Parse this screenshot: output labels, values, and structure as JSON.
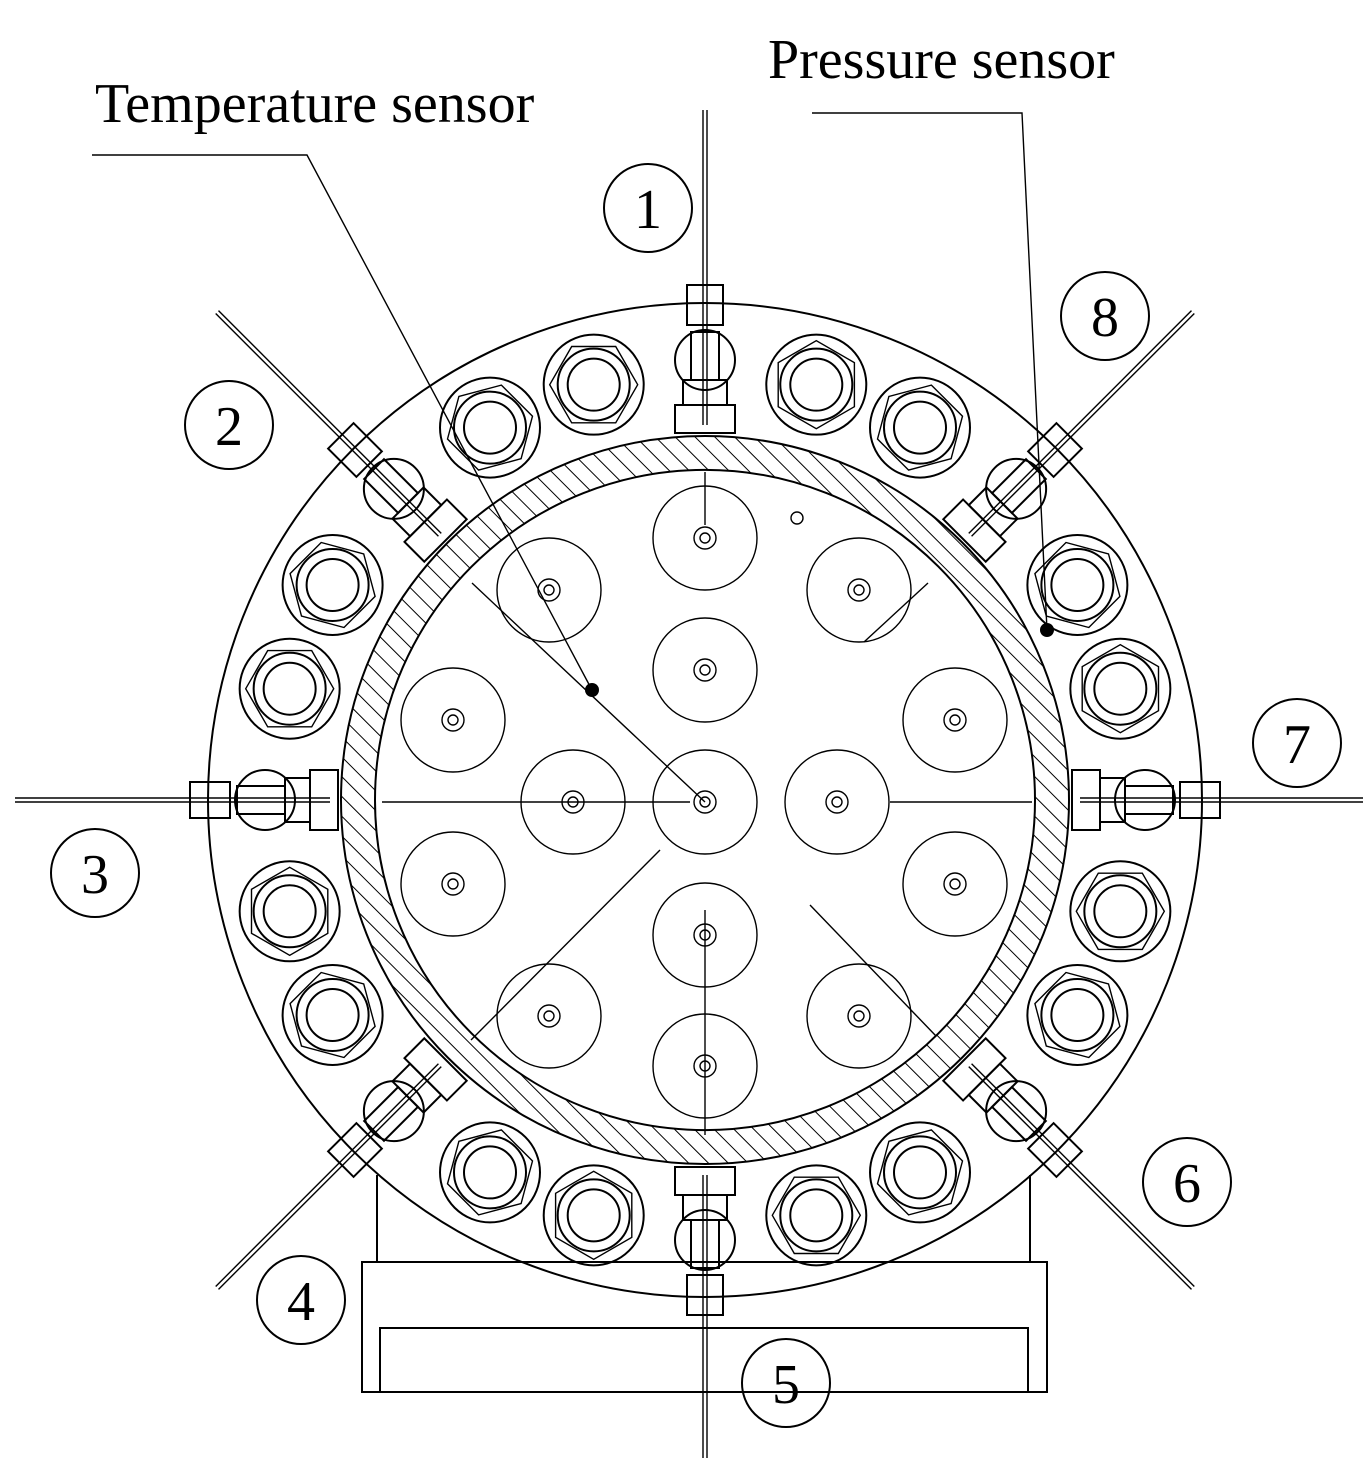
{
  "labels": {
    "temperature_sensor": "Temperature sensor",
    "pressure_sensor": "Pressure sensor"
  },
  "port_numbers": [
    "1",
    "2",
    "3",
    "4",
    "5",
    "6",
    "7",
    "8"
  ],
  "colors": {
    "line": "#000000",
    "background": "#ffffff"
  }
}
